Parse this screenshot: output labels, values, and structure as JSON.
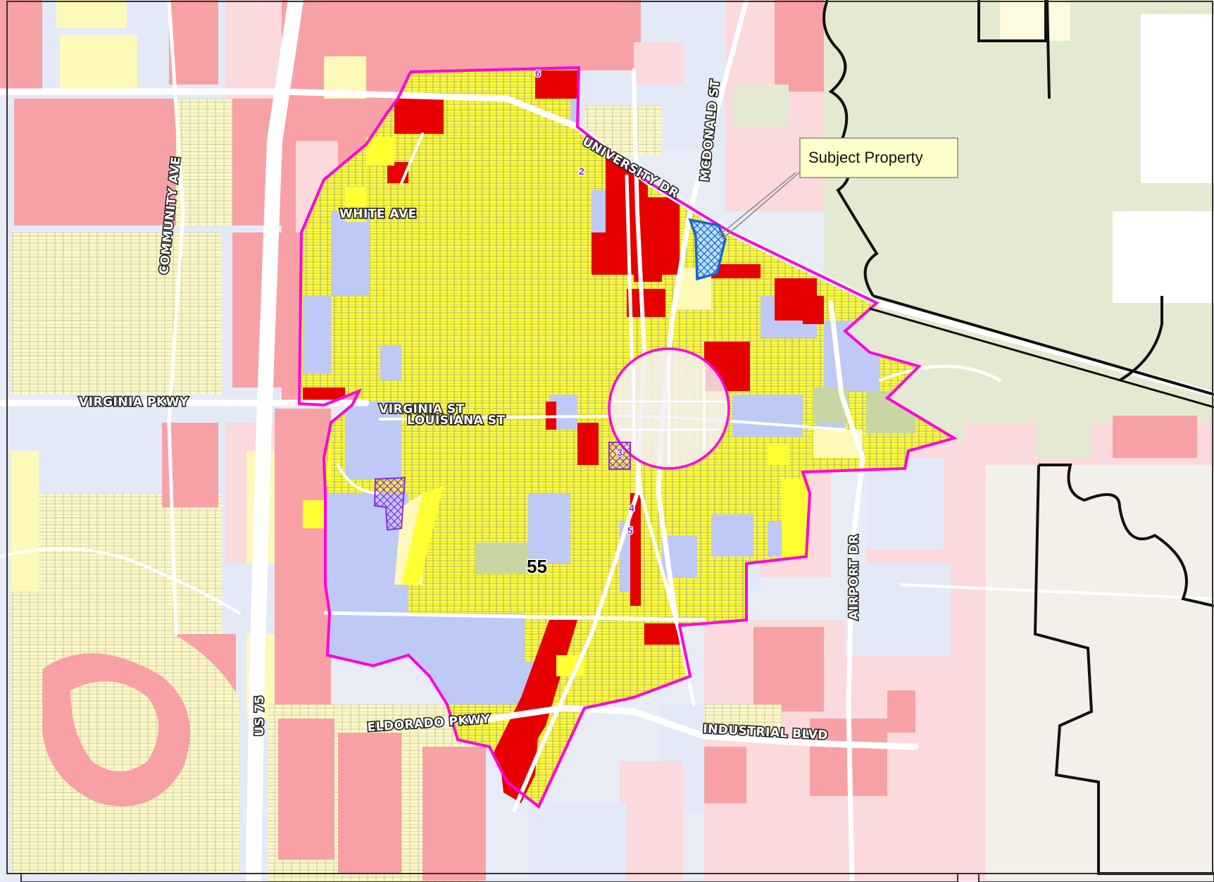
{
  "map": {
    "callout": {
      "label": "Subject Property"
    },
    "area_number": "55",
    "roads": {
      "university": "UNIVERSITY DR",
      "mcdonald": "MCDONALD ST",
      "community": "COMMUNITY AVE",
      "white": "WHITE AVE",
      "virginia_pkwy": "VIRGINIA PKWY",
      "virginia_st": "VIRGINIA ST",
      "louisiana": "LOUISIANA ST",
      "airport": "AIRPORT DR",
      "us75": "US 75",
      "eldorado": "ELDORADO PKWY",
      "industrial": "INDUSTRIAL BLVD"
    },
    "markers": [
      "6",
      "2",
      "3",
      "4",
      "5"
    ],
    "colors": {
      "high_density": "#e60000",
      "commercial_pink": "#f7a1a6",
      "light_pink": "#fcd9dc",
      "residential_yellow": "#ffff33",
      "light_yellow": "#fdf9b8",
      "institutional": "#bfc9f5",
      "light_blue": "#e4e9f7",
      "parkland": "#c8d6a4",
      "light_green": "#e4ead2",
      "boundary": "#ff00dd",
      "subject_outline": "#1565d8",
      "callout_fill": "#ffffcc"
    }
  }
}
